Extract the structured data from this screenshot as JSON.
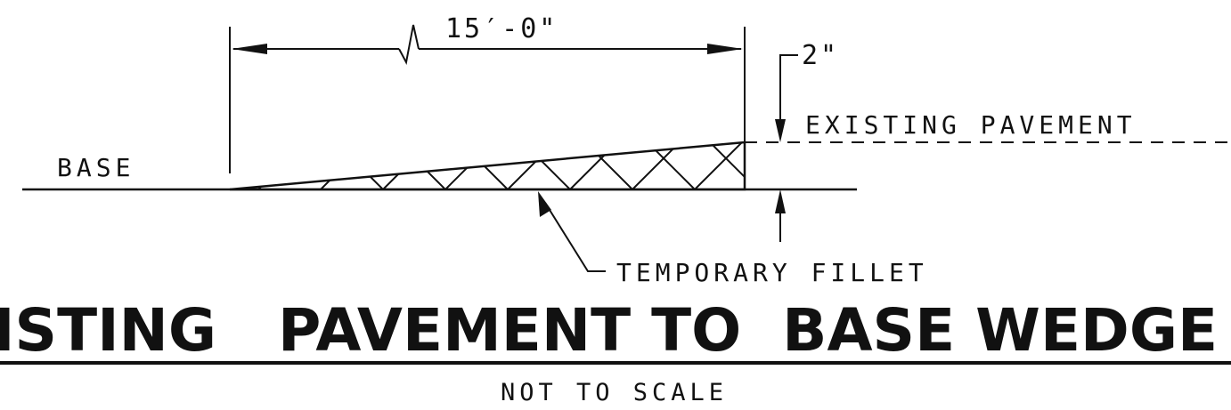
{
  "labels": {
    "dimension_length": "15′-0\"",
    "dimension_depth": "2\"",
    "existing_pavement": "EXISTING PAVEMENT",
    "base": "BASE",
    "temporary_fillet": "TEMPORARY FILLET"
  },
  "title": {
    "text": "ISTING   PAVEMENT TO  BASE WEDGE DETAI",
    "subtitle": "NOT TO SCALE"
  }
}
